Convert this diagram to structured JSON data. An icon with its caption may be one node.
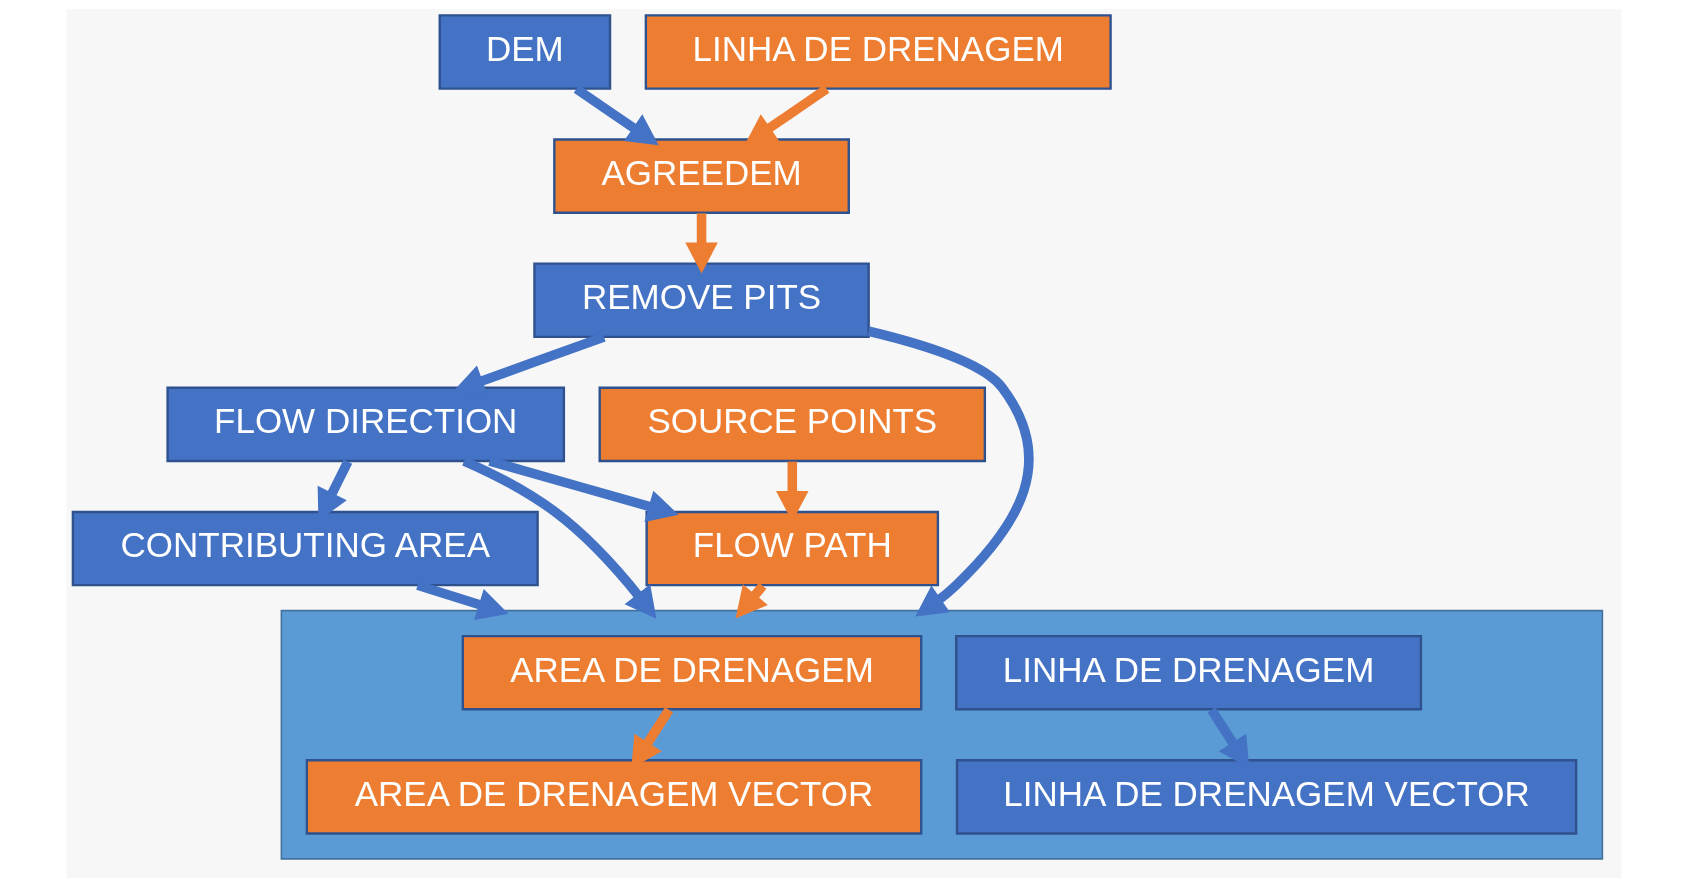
{
  "diagram": {
    "nodes": [
      {
        "text": [
          "DEM"
        ]
      },
      {
        "text": [
          "LINHA DE DRENAGEM"
        ]
      },
      {
        "text": [
          "AGREEDEM"
        ]
      },
      {
        "text": [
          "REMOVE PITS"
        ]
      },
      {
        "text": [
          "FLOW DIRECTION"
        ]
      },
      {
        "text": [
          "SOURCE POINTS"
        ]
      },
      {
        "text": [
          "CONTRIBUTING AREA"
        ]
      },
      {
        "text": [
          "FLOW PATH"
        ]
      },
      {
        "text": [],
        "shape": "box"
      },
      {
        "text": [
          "AREA DE DRENAGEM"
        ],
        "in": 8
      },
      {
        "text": [
          "LINHA DE DRENAGEM"
        ],
        "in": 8
      },
      {
        "text": [
          "AREA DE DRENAGEM VECTOR"
        ],
        "in": 8
      },
      {
        "text": [
          "LINHA DE DRENAGEM VECTOR"
        ],
        "in": 8
      }
    ],
    "edges": [
      {
        "from": 0,
        "to": 2,
        "arrow": "to"
      },
      {
        "from": 1,
        "to": 2,
        "arrow": "to",
        "color": "#ed7d31"
      },
      {
        "from": 2,
        "to": 3,
        "arrow": "to",
        "color": "#ed7d31"
      },
      {
        "from": 3,
        "to": 4,
        "arrow": "to"
      },
      {
        "from": 3,
        "to": 8,
        "arrow": "to"
      },
      {
        "from": 4,
        "to": 8,
        "arrow": "to"
      },
      {
        "from": 4,
        "to": 6,
        "arrow": "to"
      },
      {
        "from": 4,
        "to": 7,
        "arrow": "to"
      },
      {
        "from": 5,
        "to": 7,
        "arrow": "to",
        "color": "#ed7d31"
      },
      {
        "from": 6,
        "to": 8,
        "arrow": "to"
      },
      {
        "from": 7,
        "to": 8,
        "arrow": "to",
        "color": "#ed7d31"
      },
      {
        "from": 9,
        "to": 11,
        "arrow": "to",
        "color": "#ed7d31"
      },
      {
        "from": 10,
        "to": 12,
        "arrow": "to"
      }
    ]
  }
}
